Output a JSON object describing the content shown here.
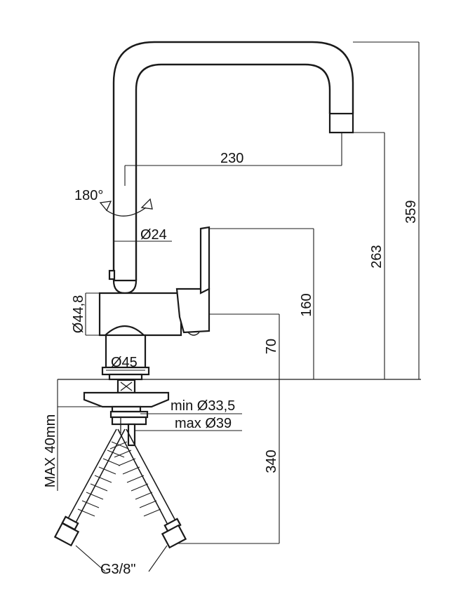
{
  "dimensions": {
    "reach": "230",
    "total_height": "359",
    "spout_height": "263",
    "lever_height": "160",
    "body_height": "70",
    "hose_length": "340",
    "rotation": "180°",
    "spout_diameter": "Ø24",
    "body_diameter": "Ø44,8",
    "base_diameter": "Ø45",
    "hole_min": "min Ø33,5",
    "hole_max": "max Ø39",
    "max_deck": "MAX 40mm",
    "thread": "G3/8\""
  }
}
